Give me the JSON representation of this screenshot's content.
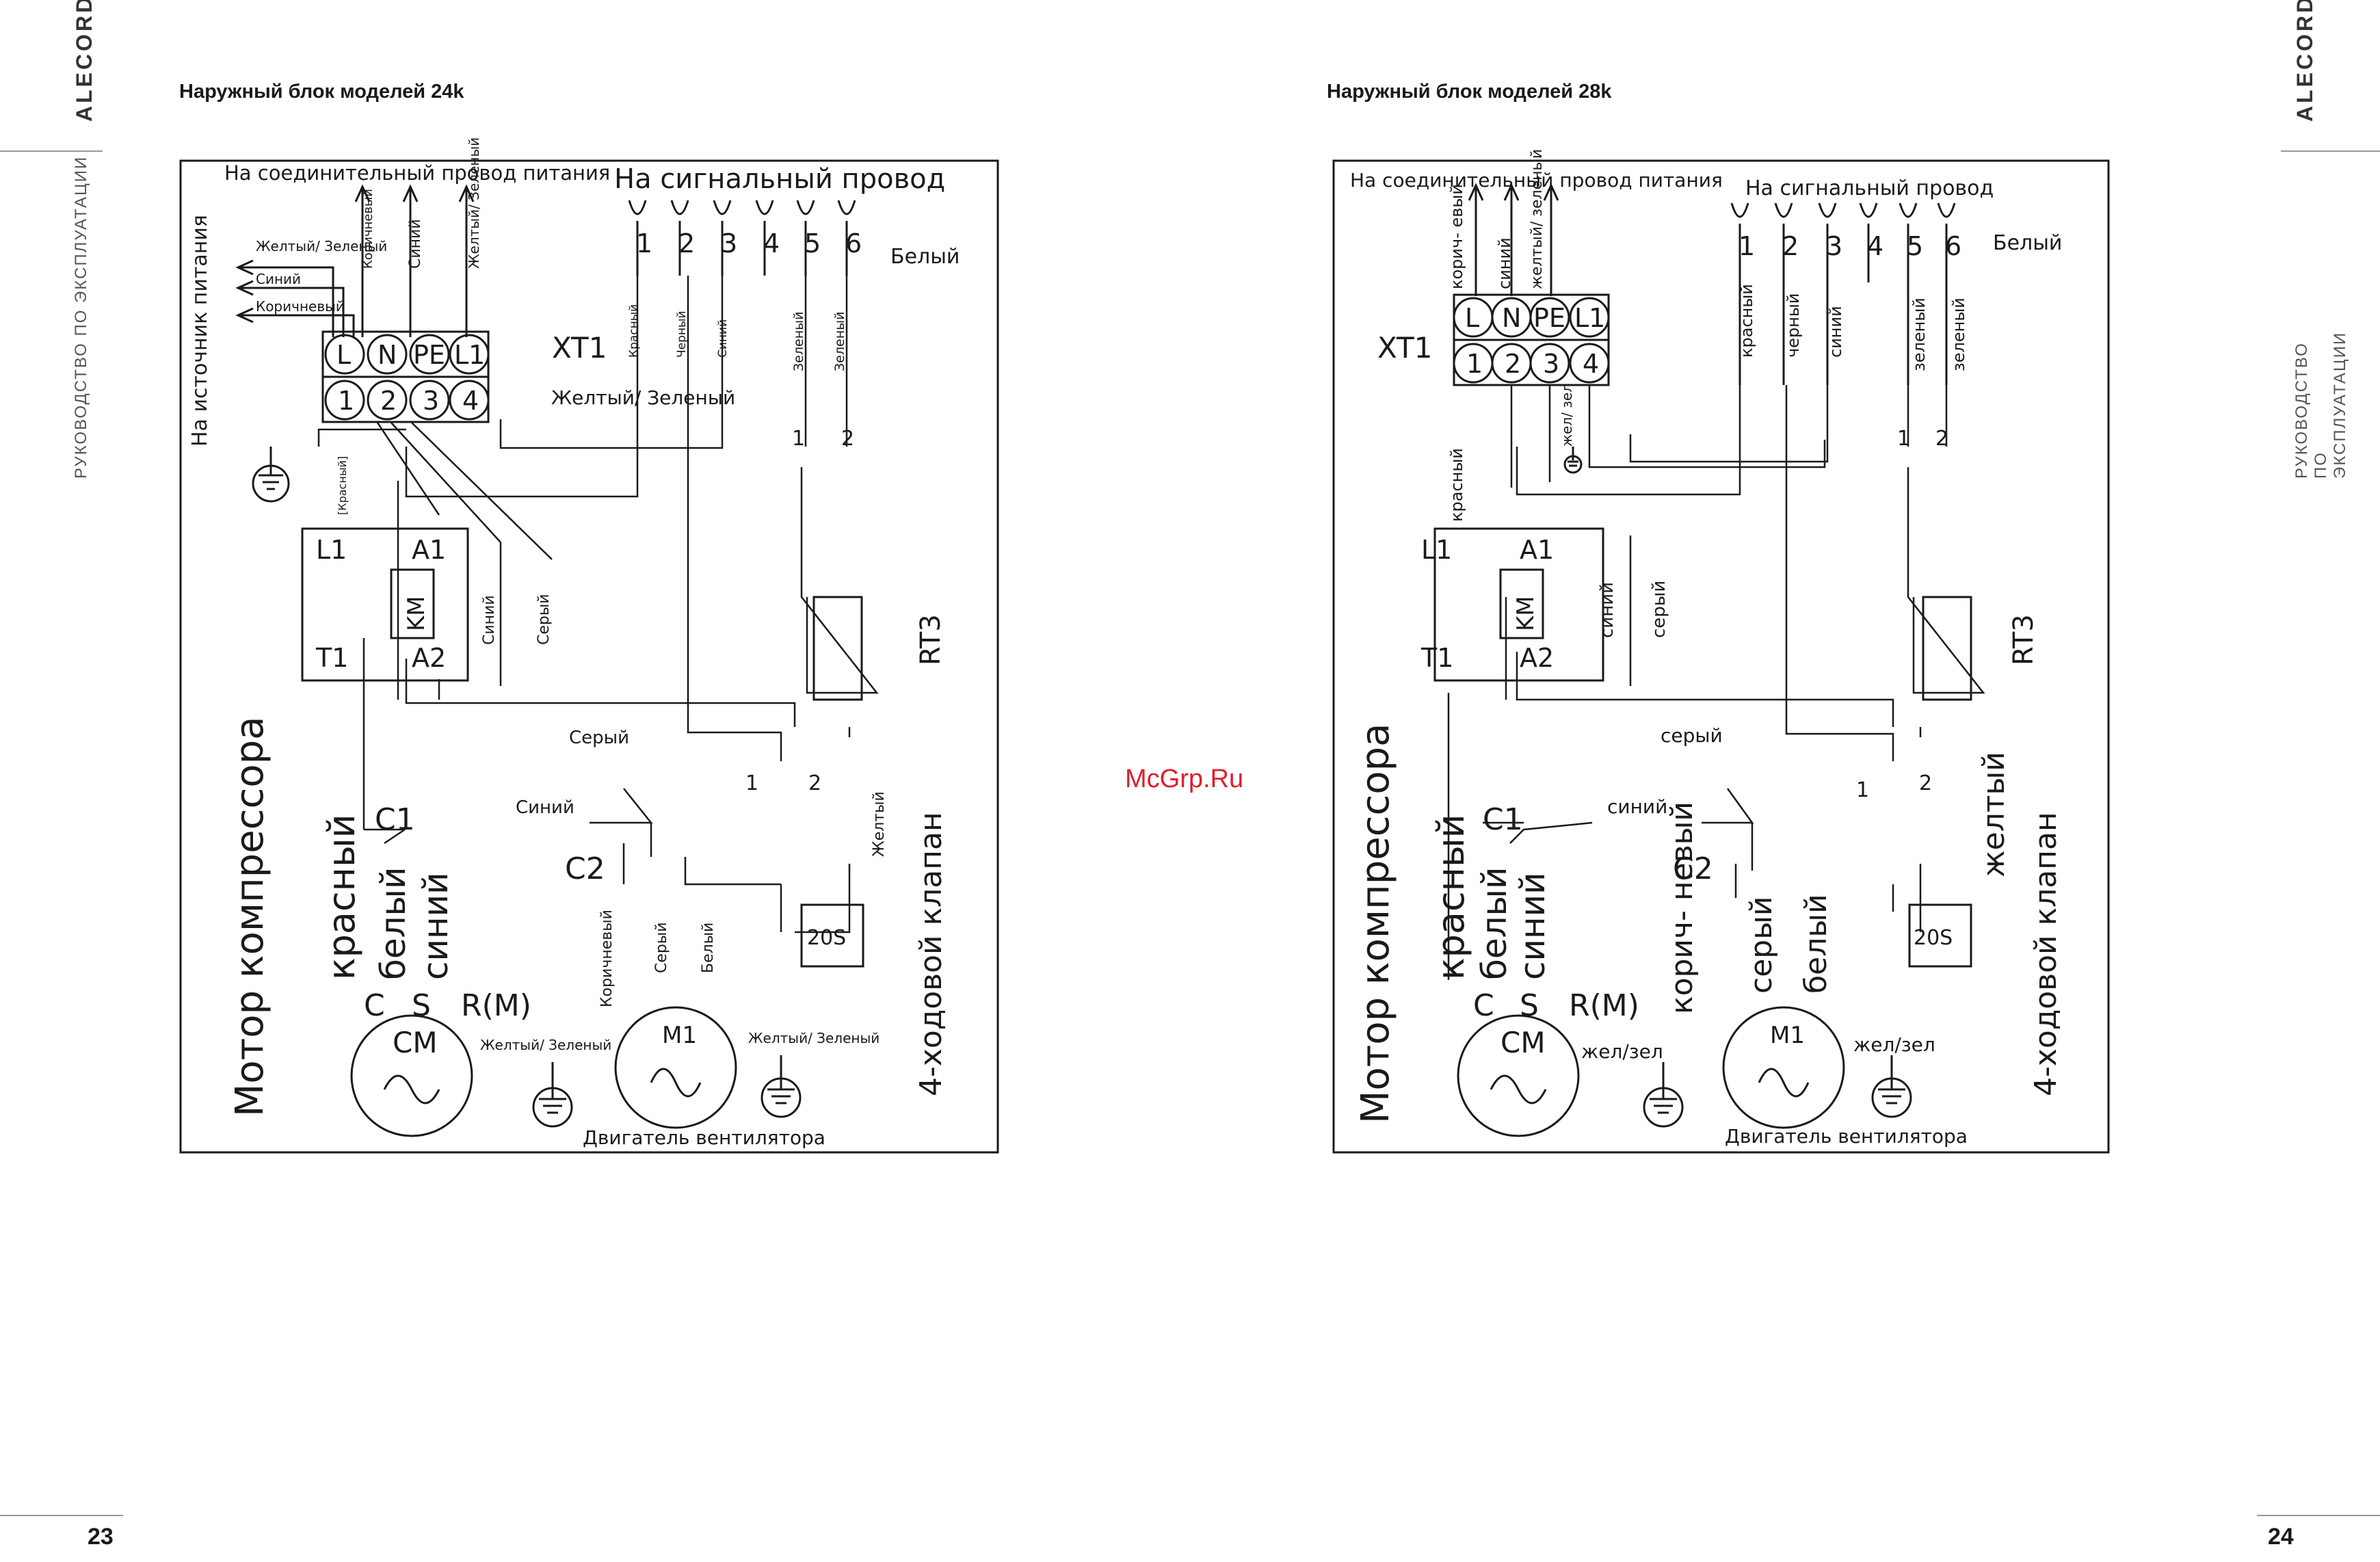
{
  "brand": "ALECORD",
  "running_title": "РУКОВОДСТВО ПО ЭКСПЛУАТАЦИИ",
  "watermark": "McGrp.Ru",
  "left_page": {
    "title": "Наружный блок моделей 24k",
    "page_number": "23",
    "power_wire_label": "На соединительный провод питания",
    "signal_wire_label": "На сигнальный провод",
    "source_label": "На источник питания",
    "source_wires": [
      "Желтый/ Зеленый",
      "Синий",
      "Коричневый"
    ],
    "top_wires": [
      "Коричневый",
      "Синий",
      "Желтый/ Зеленый"
    ],
    "signal_terminals": [
      "1",
      "2",
      "3",
      "4",
      "5",
      "6"
    ],
    "white_label": "Белый",
    "terminal_block": "XT1",
    "terminals_top": [
      "L",
      "N",
      "PE",
      "L1"
    ],
    "terminals_bottom": [
      "1",
      "2",
      "3",
      "4"
    ],
    "pe_wire_label": "Желтый/ Зеленый",
    "signal_wires": [
      "Красный",
      "Черный",
      "Синий",
      "Зеленый",
      "Зеленый"
    ],
    "relay_wire_label": "[Красный]",
    "relay": {
      "l1": "L1",
      "t1": "T1",
      "a1": "A1",
      "a2": "A2",
      "coil": "KM"
    },
    "wire_blue": "Синий",
    "wire_gray": "Серый",
    "sensor": "RT3",
    "valve_coil": "20S",
    "valve_wire": "Желтый",
    "valve_label": "4-ходовой клапан",
    "compressor_label": "Мотор компрессора",
    "compressor_wires": [
      "красный",
      "белый",
      "синий"
    ],
    "compressor_caps": [
      "C1",
      "C2"
    ],
    "compressor_pins": [
      "C",
      "S",
      "R(M)"
    ],
    "compressor_motor": "CM",
    "compressor_ground": "Желтый/ Зеленый",
    "fan_wires": [
      "Коричневый",
      "Серый",
      "Белый"
    ],
    "fan_motor": "M1",
    "fan_ground": "Желтый/ Зеленый",
    "fan_label": "Двигатель вентилятора",
    "switch_nums": [
      "1",
      "2"
    ]
  },
  "right_page": {
    "title": "Наружный блок моделей 28k",
    "page_number": "24",
    "power_wire_label": "На соединительный провод питания",
    "signal_wire_label": "На сигнальный провод",
    "top_wires": [
      "корич- евый",
      "синий",
      "желтый/ зеленый"
    ],
    "signal_terminals": [
      "1",
      "2",
      "3",
      "4",
      "5",
      "6"
    ],
    "white_label": "Белый",
    "terminal_block": "XT1",
    "terminals_top": [
      "L",
      "N",
      "PE",
      "L1"
    ],
    "terminals_bottom": [
      "1",
      "2",
      "3",
      "4"
    ],
    "pe_wire_label": "жел/ зел",
    "signal_wires": [
      "красный",
      "черный",
      "синий",
      "зеленый",
      "зеленый"
    ],
    "relay_wire_label": "красный",
    "relay": {
      "l1": "L1",
      "t1": "T1",
      "a1": "A1",
      "a2": "A2",
      "coil": "KM"
    },
    "wire_blue": "синий",
    "wire_gray": "серый",
    "sensor": "RT3",
    "valve_coil": "20S",
    "valve_wire": "желтый",
    "valve_label": "4-ходовой клапан",
    "compressor_label": "Мотор компрессора",
    "compressor_wires": [
      "красный",
      "белый",
      "синий"
    ],
    "compressor_caps": [
      "C1",
      "C2"
    ],
    "compressor_pins": [
      "C",
      "S",
      "R(M)"
    ],
    "compressor_motor": "CM",
    "compressor_ground": "жел/зел",
    "fan_wires": [
      "корич- невый",
      "серый",
      "белый"
    ],
    "fan_motor": "M1",
    "fan_ground": "жел/зел",
    "fan_label": "Двигатель вентилятора",
    "switch_nums": [
      "1",
      "2"
    ]
  }
}
